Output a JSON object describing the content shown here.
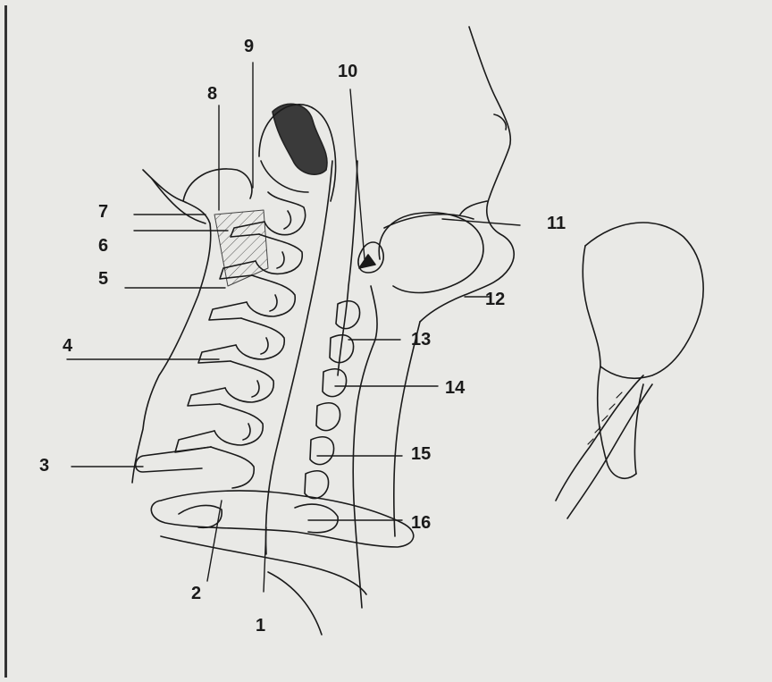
{
  "figure": {
    "labels": [
      "1",
      "2",
      "3",
      "4",
      "5",
      "6",
      "7",
      "8",
      "9",
      "10",
      "11",
      "12",
      "13",
      "14",
      "15",
      "16"
    ]
  },
  "colors": {
    "ink": "#1a1a1a",
    "paper": "#e9e9e6",
    "bleed": "#b9b9b6"
  }
}
